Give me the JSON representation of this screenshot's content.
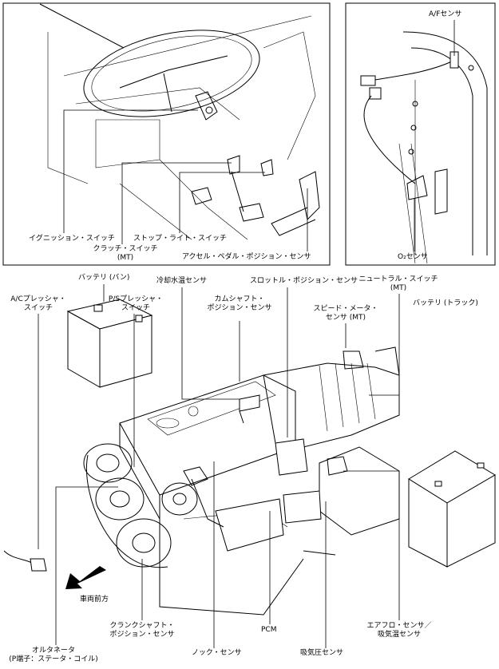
{
  "cabin_inset": {
    "labels": {
      "ignition_switch": "イグニッション・スイッチ",
      "clutch_switch_line1": "クラッチ・スイッチ",
      "clutch_switch_line2": "(MT)",
      "stop_light_switch": "ストップ・ライト・スイッチ",
      "accelerator_position_sensor": "アクセル・ペダル・ポジション・センサ"
    }
  },
  "exhaust_inset": {
    "labels": {
      "af_sensor": "A/Fセンサ",
      "o2_sensor": "O₂センサ"
    }
  },
  "engine_bay": {
    "labels": {
      "battery_van": "バッテリ (バン)",
      "ac_pressure_switch_line1": "A/Cプレッシャ・",
      "ac_pressure_switch_line2": "スイッチ",
      "ps_pressure_switch_line1": "P/Sプレッシャ・",
      "ps_pressure_switch_line2": "スイッチ",
      "coolant_temp_sensor": "冷却水温センサ",
      "camshaft_position_sensor_line1": "カムシャフト・",
      "camshaft_position_sensor_line2": "ポジション・センサ",
      "throttle_position_sensor": "スロットル・ポジション・センサ",
      "neutral_switch_line1": "ニュートラル・スイッチ",
      "neutral_switch_line2": "(MT)",
      "speedometer_sensor_line1": "スピード・メータ・",
      "speedometer_sensor_line2": "センサ (MT)",
      "battery_truck": "バッテリ (トラック)",
      "vehicle_front": "車両前方",
      "crankshaft_position_sensor_line1": "クランクシャフト・",
      "crankshaft_position_sensor_line2": "ポジション・センサ",
      "knock_sensor": "ノック・センサ",
      "pcm": "PCM",
      "map_sensor": "吸気圧センサ",
      "airflow_sensor_line1": "エアフロ・センサ／",
      "airflow_sensor_line2": "吸気温センサ",
      "alternator_line1": "オルタネータ",
      "alternator_line2": "(P端子：ステータ・コイル)"
    }
  }
}
